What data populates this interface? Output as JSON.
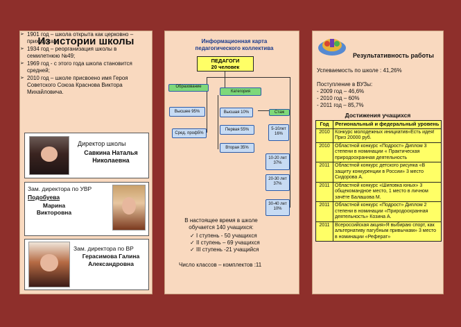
{
  "history": {
    "title": "Из истории школы",
    "items": [
      "1901 год – школа открыта как церковно – приходская;",
      "1934 год – реорганизация школы в семилетнюю №49;",
      "1969 год - с этого года школа становится средней;",
      "2010 год – школе присвоено имя Героя Советского Союза Краснова Виктора Михайловича."
    ],
    "director": {
      "role": "Директор школы",
      "name": "Савкина Наталья Николаевна"
    },
    "deputy_uvr": {
      "role": "Зам. директора по УВР",
      "surname": "Подобуева",
      "name": "Марина Викторовна"
    },
    "deputy_vr": {
      "role": "Зам. директора по ВР",
      "name": "Герасимова Галина Александровна"
    }
  },
  "staff_map": {
    "title": "Информационная карта педагогического коллектива",
    "teachers_label": "ПЕДАГОГИ",
    "teachers_count": "20 человек",
    "education": "Образование",
    "education_higher": "Высшее 95%",
    "education_secondary": "Сред. проф5%",
    "category": "Категория",
    "category_highest": "Высшая 10%",
    "category_first": "Первая 55%",
    "category_second": "Вторая 35%",
    "experience": "Стаж",
    "exp_1": "5-10лет 16%",
    "exp_2": "10-20 лет 37%",
    "exp_3": "20-30 лет 37%",
    "exp_4": "30-40 лет 10%",
    "students_intro": "В настоящее время в школе обучается 140 учащихся:",
    "levels": [
      "I ступень - 50 учащихся",
      "II ступень – 69 учащихся",
      "III ступень -21 учащийся"
    ],
    "classes": "Число классов – комплектов :11"
  },
  "results": {
    "title": "Результативность работы",
    "progress": "Успеваемость по школе : 41,26%",
    "admission_title": "Поступление в ВУЗы:",
    "admissions": [
      "- 2009 год – 46,6%",
      "- 2010 год – 60%",
      "- 2011 год – 85,7%"
    ],
    "achievements_title": "Достижения учащихся",
    "table_headers": [
      "Год",
      "Региональный и федеральный уровень"
    ],
    "rows": [
      {
        "year": "2010",
        "text": "Конкурс молодежных инициатив»Есть идея! Приз 20000 руб."
      },
      {
        "year": "2010",
        "text": "Областной конкурс «Подрост» Диплом 3 степени в номинации « Практическая природоохранная деятельность"
      },
      {
        "year": "2011",
        "text": "Областной конкурс детского рисунка «В защиту конкуренции в России» 3 место Сидорова А."
      },
      {
        "year": "2011",
        "text": "Областной конкурс «Шиповка юных» 3 общекомандное место, 1 место в личном зачёте Балашова М."
      },
      {
        "year": "2011",
        "text": "Областной конкурс «Подрост» Диплом 2 степени в номинации «Природоохранная деятельность» Козина А."
      },
      {
        "year": "2011",
        "text": "Всероссийская акция»Я выбираю спорт, как альтернативу пагубным привычкам» 3 место в номинации «Реферат»"
      }
    ]
  }
}
